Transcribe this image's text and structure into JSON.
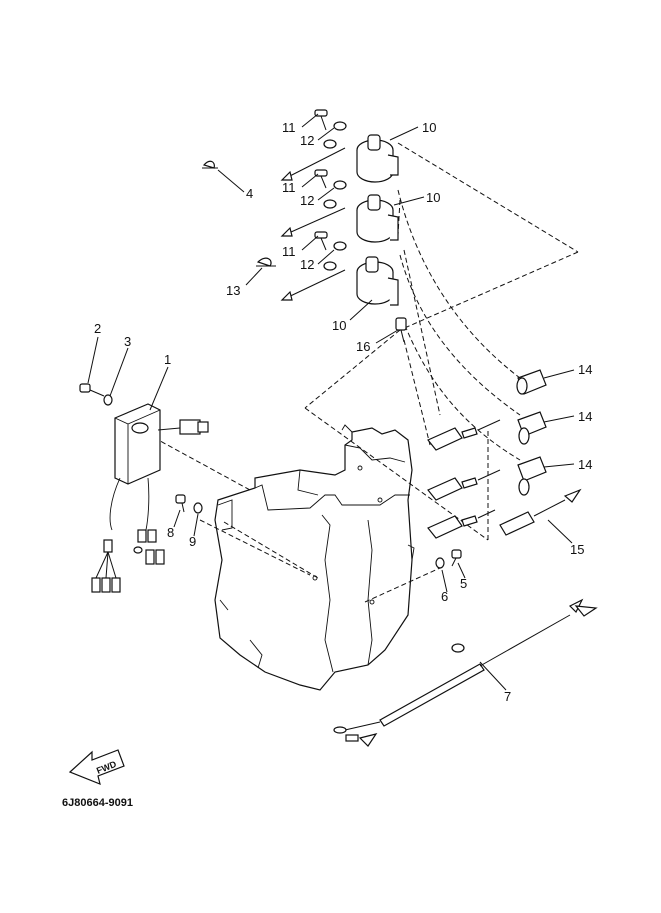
{
  "diagram": {
    "drawing_code": "6J80664-9091",
    "direction_label": "FWD",
    "callouts": [
      {
        "id": "c1",
        "label": "1"
      },
      {
        "id": "c2",
        "label": "2"
      },
      {
        "id": "c3",
        "label": "3"
      },
      {
        "id": "c4",
        "label": "4"
      },
      {
        "id": "c5",
        "label": "5"
      },
      {
        "id": "c6",
        "label": "6"
      },
      {
        "id": "c7",
        "label": "7"
      },
      {
        "id": "c8",
        "label": "8"
      },
      {
        "id": "c9",
        "label": "9"
      },
      {
        "id": "c10a",
        "label": "10"
      },
      {
        "id": "c10b",
        "label": "10"
      },
      {
        "id": "c10c",
        "label": "10"
      },
      {
        "id": "c11a",
        "label": "11"
      },
      {
        "id": "c11b",
        "label": "11"
      },
      {
        "id": "c11c",
        "label": "11"
      },
      {
        "id": "c12a",
        "label": "12"
      },
      {
        "id": "c12b",
        "label": "12"
      },
      {
        "id": "c12c",
        "label": "12"
      },
      {
        "id": "c13",
        "label": "13"
      },
      {
        "id": "c14a",
        "label": "14"
      },
      {
        "id": "c14b",
        "label": "14"
      },
      {
        "id": "c14c",
        "label": "14"
      },
      {
        "id": "c15",
        "label": "15"
      },
      {
        "id": "c16",
        "label": "16"
      }
    ]
  }
}
